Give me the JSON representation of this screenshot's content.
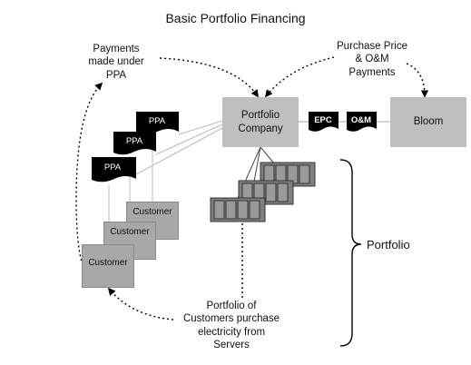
{
  "title": "Basic Portfolio Financing",
  "notes": {
    "payments": [
      "Payments",
      "made under",
      "PPA"
    ],
    "purchase": [
      "Purchase Price",
      "& O&M",
      "Payments"
    ],
    "customers": [
      "Portfolio of",
      "Customers purchase",
      "electricity from",
      "Servers"
    ]
  },
  "nodes": {
    "portfolio_company": [
      "Portfolio",
      "Company"
    ],
    "bloom": "Bloom",
    "epc": "EPC",
    "om": "O&M",
    "portfolio": "Portfolio"
  },
  "ppa_docs": [
    "PPA",
    "PPA",
    "PPA"
  ],
  "customers": [
    "Customer",
    "Customer",
    "Customer"
  ],
  "colors": {
    "box_fill": "#bfbfbf",
    "customer_fill": "#a8a8a8",
    "document_fill": "#000000",
    "server_fill": "#7f7f7f"
  }
}
